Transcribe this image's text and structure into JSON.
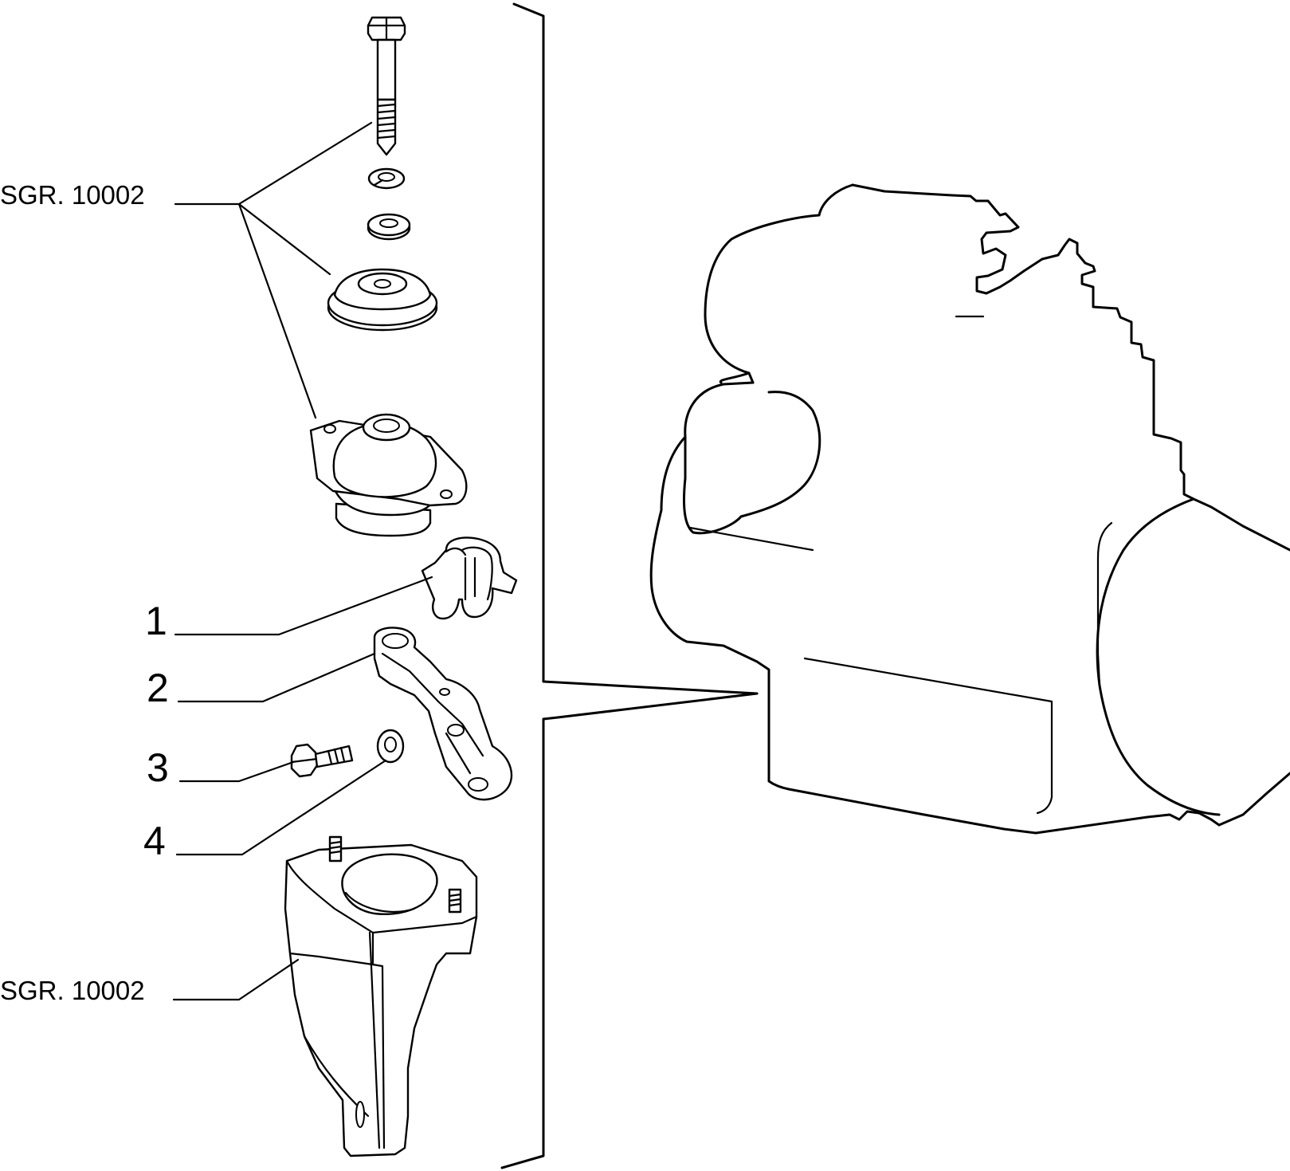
{
  "callouts": {
    "top_group_ref": "SGR. 10002",
    "bottom_group_ref": "SGR. 10002",
    "item_1": "1",
    "item_2": "2",
    "item_3": "3",
    "item_4": "4"
  },
  "parts": [
    {
      "id": "1",
      "icon": "bump-stop-clip-icon"
    },
    {
      "id": "2",
      "icon": "support-bracket-icon"
    },
    {
      "id": "3",
      "icon": "hex-bolt-icon"
    },
    {
      "id": "4",
      "icon": "washer-icon"
    }
  ],
  "colors": {
    "ink": "#000000",
    "paper": "#ffffff"
  }
}
